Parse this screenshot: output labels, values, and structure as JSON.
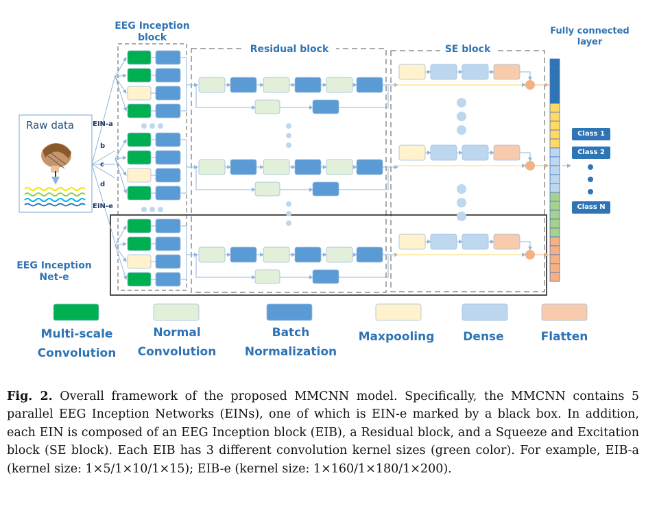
{
  "figure": {
    "labels": {
      "eib_title_1": "EEG Inception",
      "eib_title_2": "block",
      "residual_title": "Residual  block",
      "se_title": "SE block",
      "fc_title_1": "Fully connected",
      "fc_title_2": "layer",
      "raw_data": "Raw data",
      "ein_a": "EIN-a",
      "ein_b": "b",
      "ein_c": "c",
      "ein_d": "d",
      "ein_e": "EIN-e",
      "net_e_1": "EEG Inception",
      "net_e_2": "Net-e"
    },
    "classes": [
      "Class 1",
      "Class 2",
      "Class N"
    ],
    "legend": [
      {
        "line1": "Multi-scale",
        "line2": "Convolution",
        "color": "#00b050"
      },
      {
        "line1": "Normal",
        "line2": "Convolution",
        "color": "#e2f0d9"
      },
      {
        "line1": "Batch",
        "line2": "Normalization",
        "color": "#5b9bd5"
      },
      {
        "line1": "Maxpooling",
        "line2": "",
        "color": "#fff2cc"
      },
      {
        "line1": "Dense",
        "line2": "",
        "color": "#bdd7ee"
      },
      {
        "line1": "Flatten",
        "line2": "",
        "color": "#f8cbad"
      }
    ],
    "fc_colors": [
      "#2e75b6",
      "#ffd966",
      "#bdd7ee",
      "#a9d18e",
      "#f4b183"
    ]
  },
  "caption": {
    "fig_label": "Fig. 2.",
    "text": " Overall framework of the proposed MMCNN model. Specifically, the MMCNN contains 5 parallel EEG Inception Networks (EINs), one of which is EIN-e marked by a black box. In addition, each EIN is composed of an EEG Inception block (EIB), a Residual block, and a Squeeze and Excitation block (SE block). Each EIB has 3 different convolution kernel sizes (green color). For example, EIB-a (kernel size: 1×5/1×10/1×15); EIB-e (kernel size: 1×160/1×180/1×200)."
  }
}
